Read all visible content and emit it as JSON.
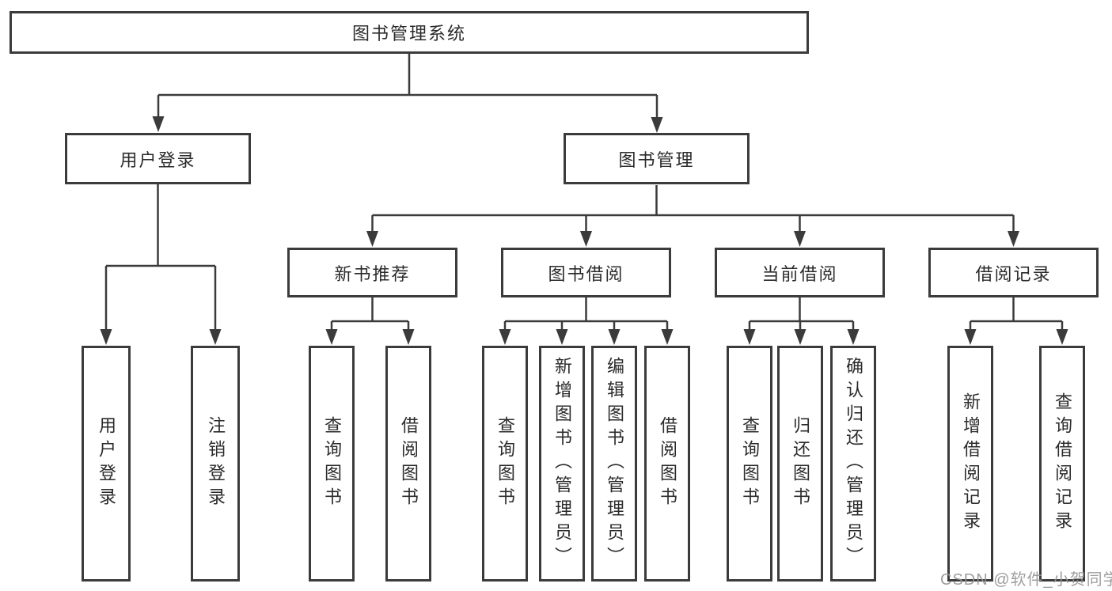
{
  "diagram": {
    "root": {
      "label": "图书管理系统"
    },
    "branches": [
      {
        "label": "用户登录",
        "children": [
          {
            "label": "用户登录"
          },
          {
            "label": "注销登录"
          }
        ]
      },
      {
        "label": "图书管理",
        "children": [
          {
            "label": "新书推荐",
            "children": [
              {
                "label": "查询图书"
              },
              {
                "label": "借阅图书"
              }
            ]
          },
          {
            "label": "图书借阅",
            "children": [
              {
                "label": "查询图书"
              },
              {
                "label": "新增图书（管理员）"
              },
              {
                "label": "编辑图书（管理员）"
              },
              {
                "label": "借阅图书"
              }
            ]
          },
          {
            "label": "当前借阅",
            "children": [
              {
                "label": "查询图书"
              },
              {
                "label": "归还图书"
              },
              {
                "label": "确认归还（管理员）"
              }
            ]
          },
          {
            "label": "借阅记录",
            "children": [
              {
                "label": "新增借阅记录"
              },
              {
                "label": "查询借阅记录"
              }
            ]
          }
        ]
      }
    ]
  },
  "watermark": {
    "text": "CSDN @软件_小贺同学"
  },
  "colors": {
    "line": "#3b3b3b",
    "text": "#2b2b2b",
    "watermark": "#969696",
    "background": "#ffffff"
  }
}
